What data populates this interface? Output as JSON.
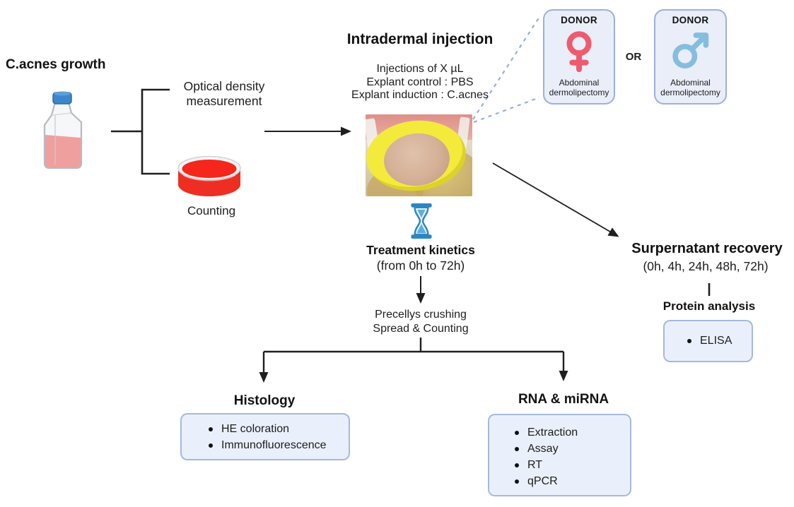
{
  "growth": {
    "title": "C.acnes growth",
    "optical_density_line1": "Optical density",
    "optical_density_line2": "measurement",
    "counting_label": "Counting"
  },
  "injection": {
    "title": "Intradermal injection",
    "detail_line1": "Injections of X µL",
    "detail_line2": "Explant control : PBS",
    "detail_line3": "Explant induction : C.acnes"
  },
  "donors": {
    "female": {
      "title": "DONOR",
      "desc_line1": "Abdominal",
      "desc_line2": "dermolipectomy"
    },
    "or_label": "OR",
    "male": {
      "title": "DONOR",
      "desc_line1": "Abdominal",
      "desc_line2": "dermolipectomy"
    }
  },
  "kinetics": {
    "title": "Treatment kinetics",
    "subtitle": "(from 0h to 72h)",
    "crushing_line1": "Precellys crushing",
    "crushing_line2": "Spread & Counting"
  },
  "supernatant": {
    "title": "Surpernatant recovery",
    "subtitle": "(0h, 4h, 24h, 48h, 72h)",
    "protein_label": "Protein analysis",
    "items": [
      "ELISA"
    ]
  },
  "histology": {
    "title": "Histology",
    "items": [
      "HE coloration",
      "Immunofluorescence"
    ]
  },
  "rna": {
    "title": "RNA & miRNA",
    "items": [
      "Extraction",
      "Assay",
      "RT",
      "qPCR"
    ]
  },
  "icons": {
    "flask": "culture-flask-icon",
    "petri_dish": "petri-dish-icon",
    "hourglass": "hourglass-icon",
    "female": "female-symbol-icon",
    "male": "male-symbol-icon",
    "explant_photo": "skin-explant-photo"
  },
  "colors": {
    "line": "#1f1f1f",
    "dashed_line": "#94aede",
    "info_box_fill": "#eaf0fb",
    "info_box_border": "#a5b8e0",
    "donor_box_fill": "#e9eef9",
    "donor_box_border": "#9eb0da",
    "female_symbol": "#ee5b6e",
    "male_symbol": "#85bdde",
    "petri_red": "#f5261b",
    "flask_cap_blue": "#3e86c9",
    "flask_liquid_pink": "#ef9a9a",
    "hourglass_blue": "#2e86c1",
    "explant_ring_yellow": "#f3ea3c"
  }
}
